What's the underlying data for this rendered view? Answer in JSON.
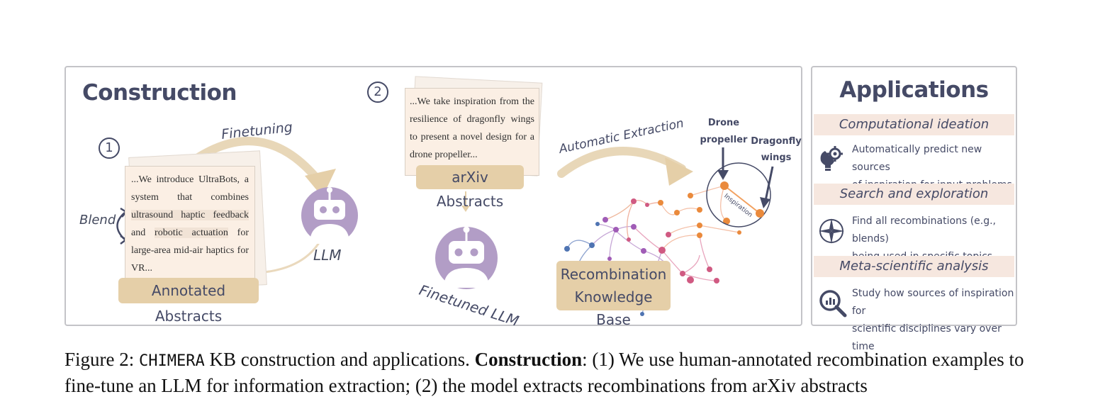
{
  "construction": {
    "heading": "Construction",
    "step1_number": "1",
    "step2_number": "2",
    "finetuning_label": "Finetuning",
    "blend_label": "Blend",
    "annotated_abstract_parts": [
      "...We introduce UltraBots, a system that combines ",
      "ultrasound haptic feedback",
      " and ",
      "robotic actuation",
      " for large-area mid-air haptics for VR..."
    ],
    "annotated_abstracts_label": "Annotated Abstracts",
    "llm_label": "LLM",
    "arxiv_abstract_text": "...We take inspiration from the resilience of dragonfly wings to present a novel design for a drone propeller...",
    "arxiv_abstracts_label": "arXiv Abstracts",
    "finetuned_llm_label": "Finetuned LLM",
    "automatic_extraction_label": "Automatic Extraction",
    "kb_label_line1": "Recombination",
    "kb_label_line2": "Knowledge Base",
    "drone_label_line1": "Drone",
    "drone_label_line2": "propeller",
    "dragonfly_label_line1": "Dragonfly",
    "dragonfly_label_line2": "wings",
    "inspiration_edge_label": "Inspiration"
  },
  "applications": {
    "heading": "Applications",
    "items": [
      {
        "title": "Computational ideation",
        "icon": "lightbulb-gear-icon",
        "desc_line1": "Automatically predict new sources",
        "desc_line2": "of inspiration for input problems."
      },
      {
        "title": "Search and exploration",
        "icon": "compass-icon",
        "desc_line1": "Find all recombinations (e.g., blends)",
        "desc_line2": "being used in specific topics."
      },
      {
        "title": "Meta-scientific analysis",
        "icon": "magnifier-chart-icon",
        "desc_line1": "Study how sources of inspiration for",
        "desc_line2": "scientific disciplines vary over time"
      }
    ]
  },
  "caption": {
    "prefix": "Figure 2: ",
    "kb_name": "CHIMERA",
    "part1": " KB construction and applications. ",
    "construction_bold": "Construction",
    "part2": ": (1) We use human-annotated recombination examples to fine-tune an LLM for information extraction; (2) the model extracts recombinations from arXiv abstracts"
  },
  "colors": {
    "navy": "#454a66",
    "tan": "#e5cfa8",
    "paper": "#fbefe4",
    "robot_purple": "#b29dc6",
    "node_orange": "#ea8a3c",
    "node_pink": "#d05a82",
    "node_purple": "#a05cb6",
    "node_blue": "#4f74b2"
  }
}
